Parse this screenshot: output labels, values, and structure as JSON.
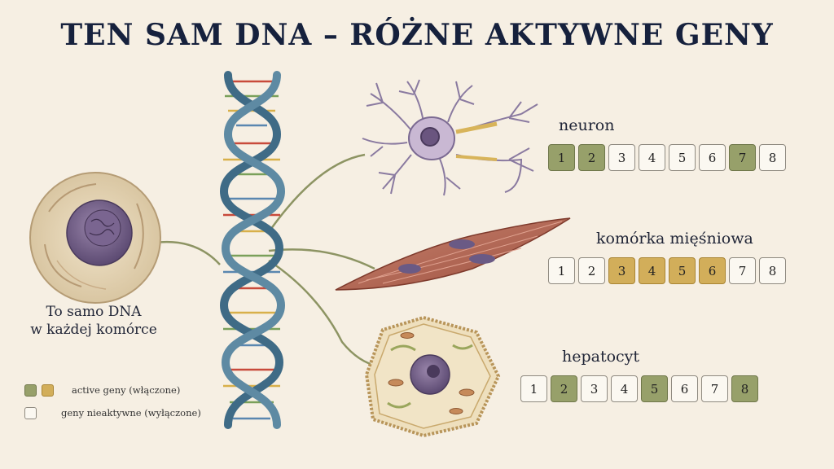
{
  "title": "TEN SAM DNA – RÓŻNE AKTYWNE GENY",
  "source_cell": {
    "caption_line1": "To samo DNA",
    "caption_line2": "w każdej komórce"
  },
  "cell_types": [
    {
      "label": "neuron",
      "genes": [
        "1",
        "2",
        "3",
        "4",
        "5",
        "6",
        "7",
        "8"
      ],
      "active": [
        1,
        2,
        7
      ],
      "active_color": "green"
    },
    {
      "label": "komórka mięśniowa",
      "genes": [
        "1",
        "2",
        "3",
        "4",
        "5",
        "6",
        "7",
        "8"
      ],
      "active": [
        3,
        4,
        5,
        6
      ],
      "active_color": "gold"
    },
    {
      "label": "hepatocyt",
      "genes": [
        "1",
        "2",
        "3",
        "4",
        "5",
        "6",
        "7",
        "8"
      ],
      "active": [
        2,
        5,
        8
      ],
      "active_color": "green"
    }
  ],
  "legend": {
    "active_label": "active geny (włączone)",
    "inactive_label": "geny nieaktywne (wyłączone)"
  },
  "colors": {
    "active_green": "#97a06a",
    "active_gold": "#d2ae5a",
    "inactive": "#fbf8f1",
    "dna_backbone": "#3f6b86"
  }
}
